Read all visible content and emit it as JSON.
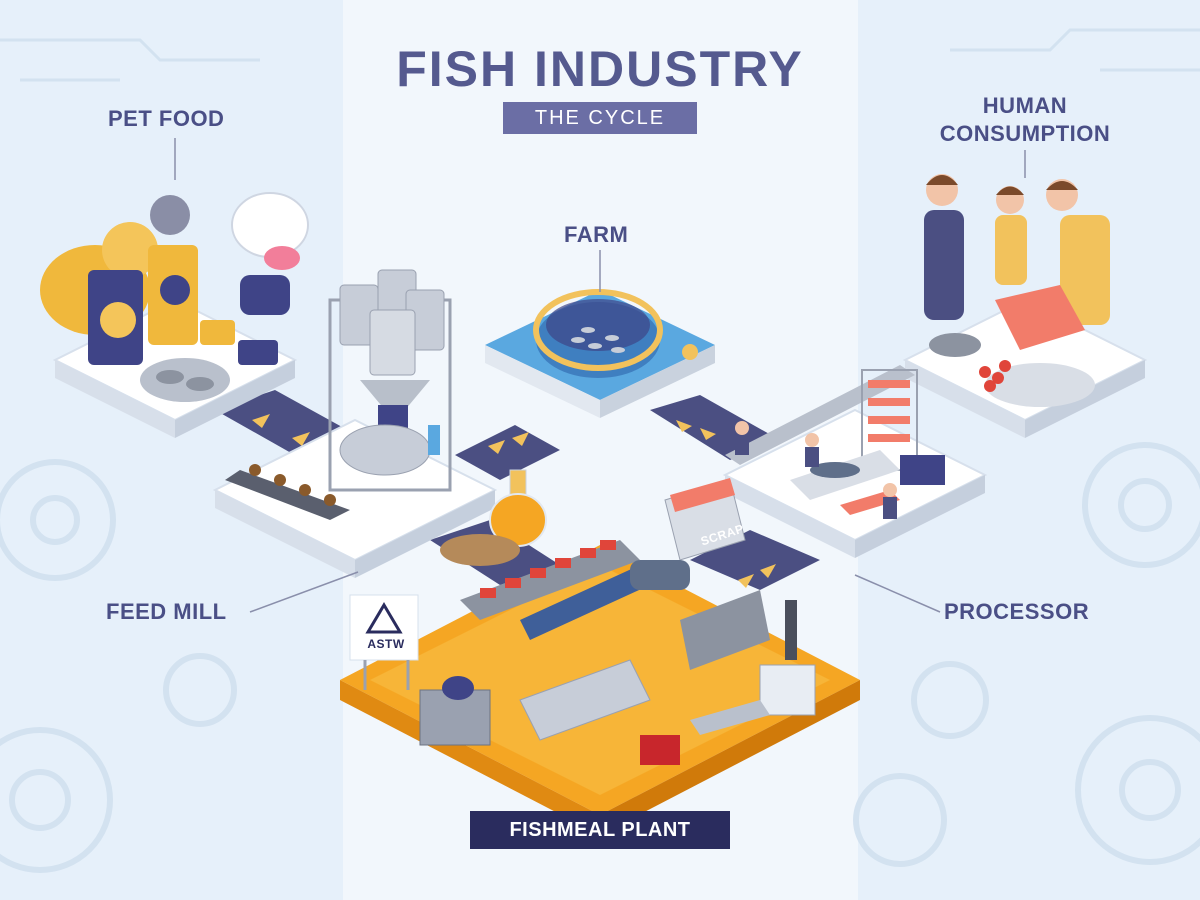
{
  "title": "FISH INDUSTRY",
  "subtitle": "THE CYCLE",
  "stages": {
    "pet_food": "PET FOOD",
    "farm": "FARM",
    "human_consumption_line1": "HUMAN",
    "human_consumption_line2": "CONSUMPTION",
    "feed_mill": "FEED MILL",
    "processor": "PROCESSOR",
    "fishmeal_plant": "FISHMEAL PLANT"
  },
  "logo_text": "ASTW",
  "scrap_label": "SCRAP",
  "colors": {
    "background": "#e6f0fa",
    "center_panel": "#f2f7fc",
    "title": "#555a8f",
    "subtitle_bg": "#6b6ea5",
    "plant_label_bg": "#2a2c5e",
    "road": "#4b4f82",
    "arrow": "#f2c25c",
    "plant_platform": "#f5a623",
    "water": "#5aa8e0"
  }
}
